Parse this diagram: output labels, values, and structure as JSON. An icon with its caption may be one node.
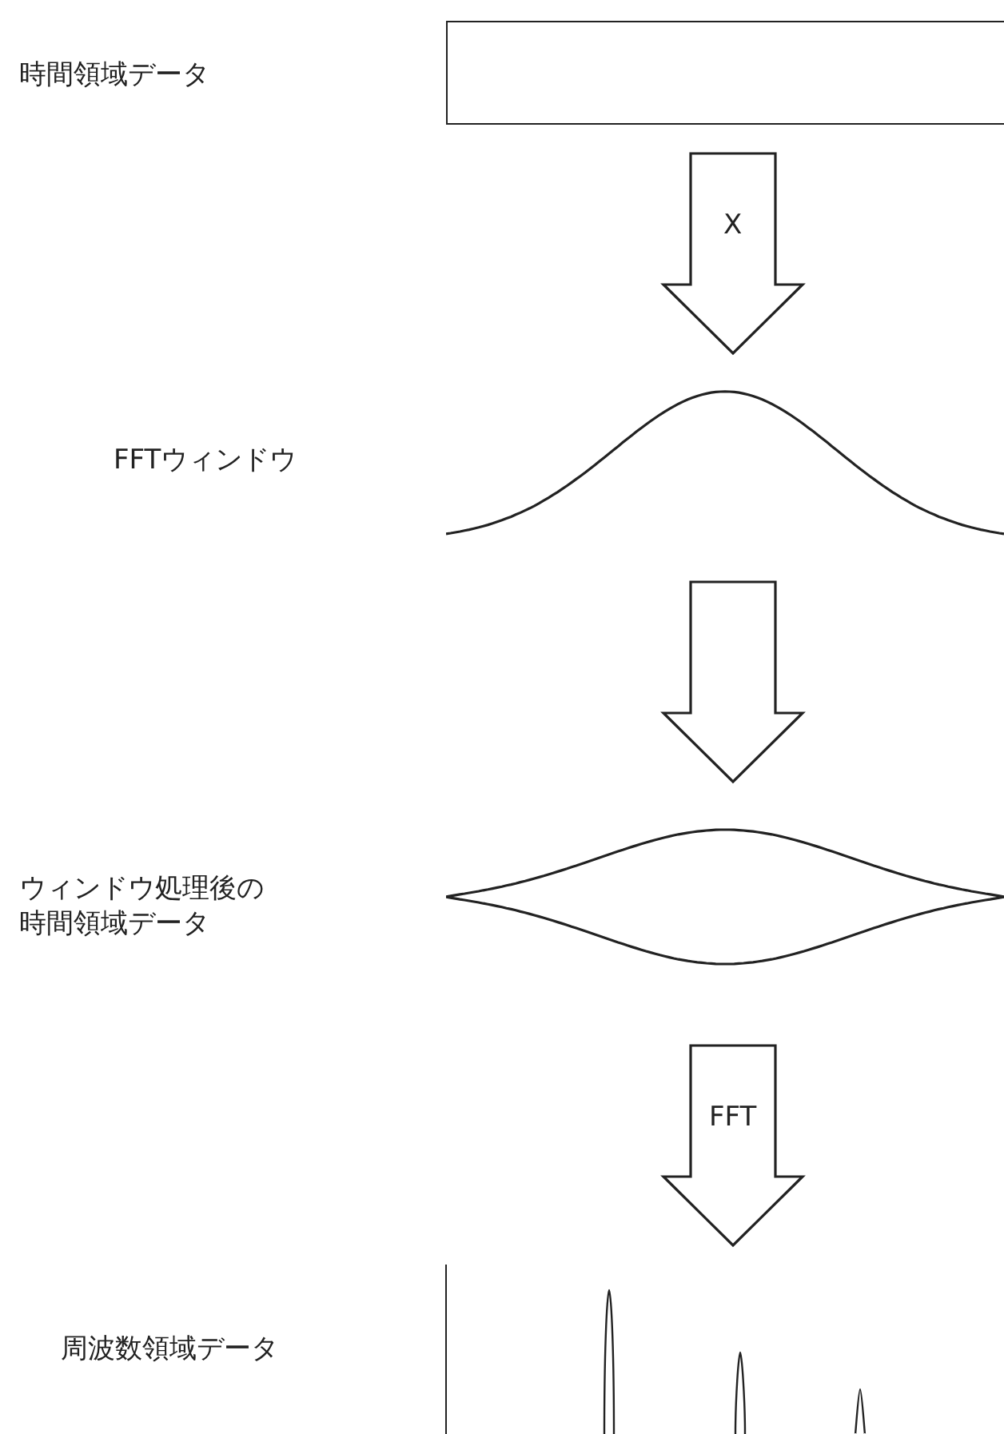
{
  "diagram": {
    "nodes": [
      {
        "text": [],
        "shape": "box"
      },
      {
        "text": [],
        "shape": "curve"
      },
      {
        "text": [],
        "shape": "curve"
      },
      {
        "text": [],
        "shape": "spectrum"
      }
    ],
    "edges": [
      {
        "from": 0,
        "to": 1,
        "arrow": "to",
        "label": "X"
      },
      {
        "from": 1,
        "to": 2,
        "arrow": "to"
      },
      {
        "from": 2,
        "to": 3,
        "arrow": "to",
        "label": "FFT"
      }
    ],
    "labels": [
      "時間領域データ",
      "FFTウィンドウ",
      "ウィンドウ処理後の時間領域データ",
      "周波数領域データ"
    ]
  }
}
